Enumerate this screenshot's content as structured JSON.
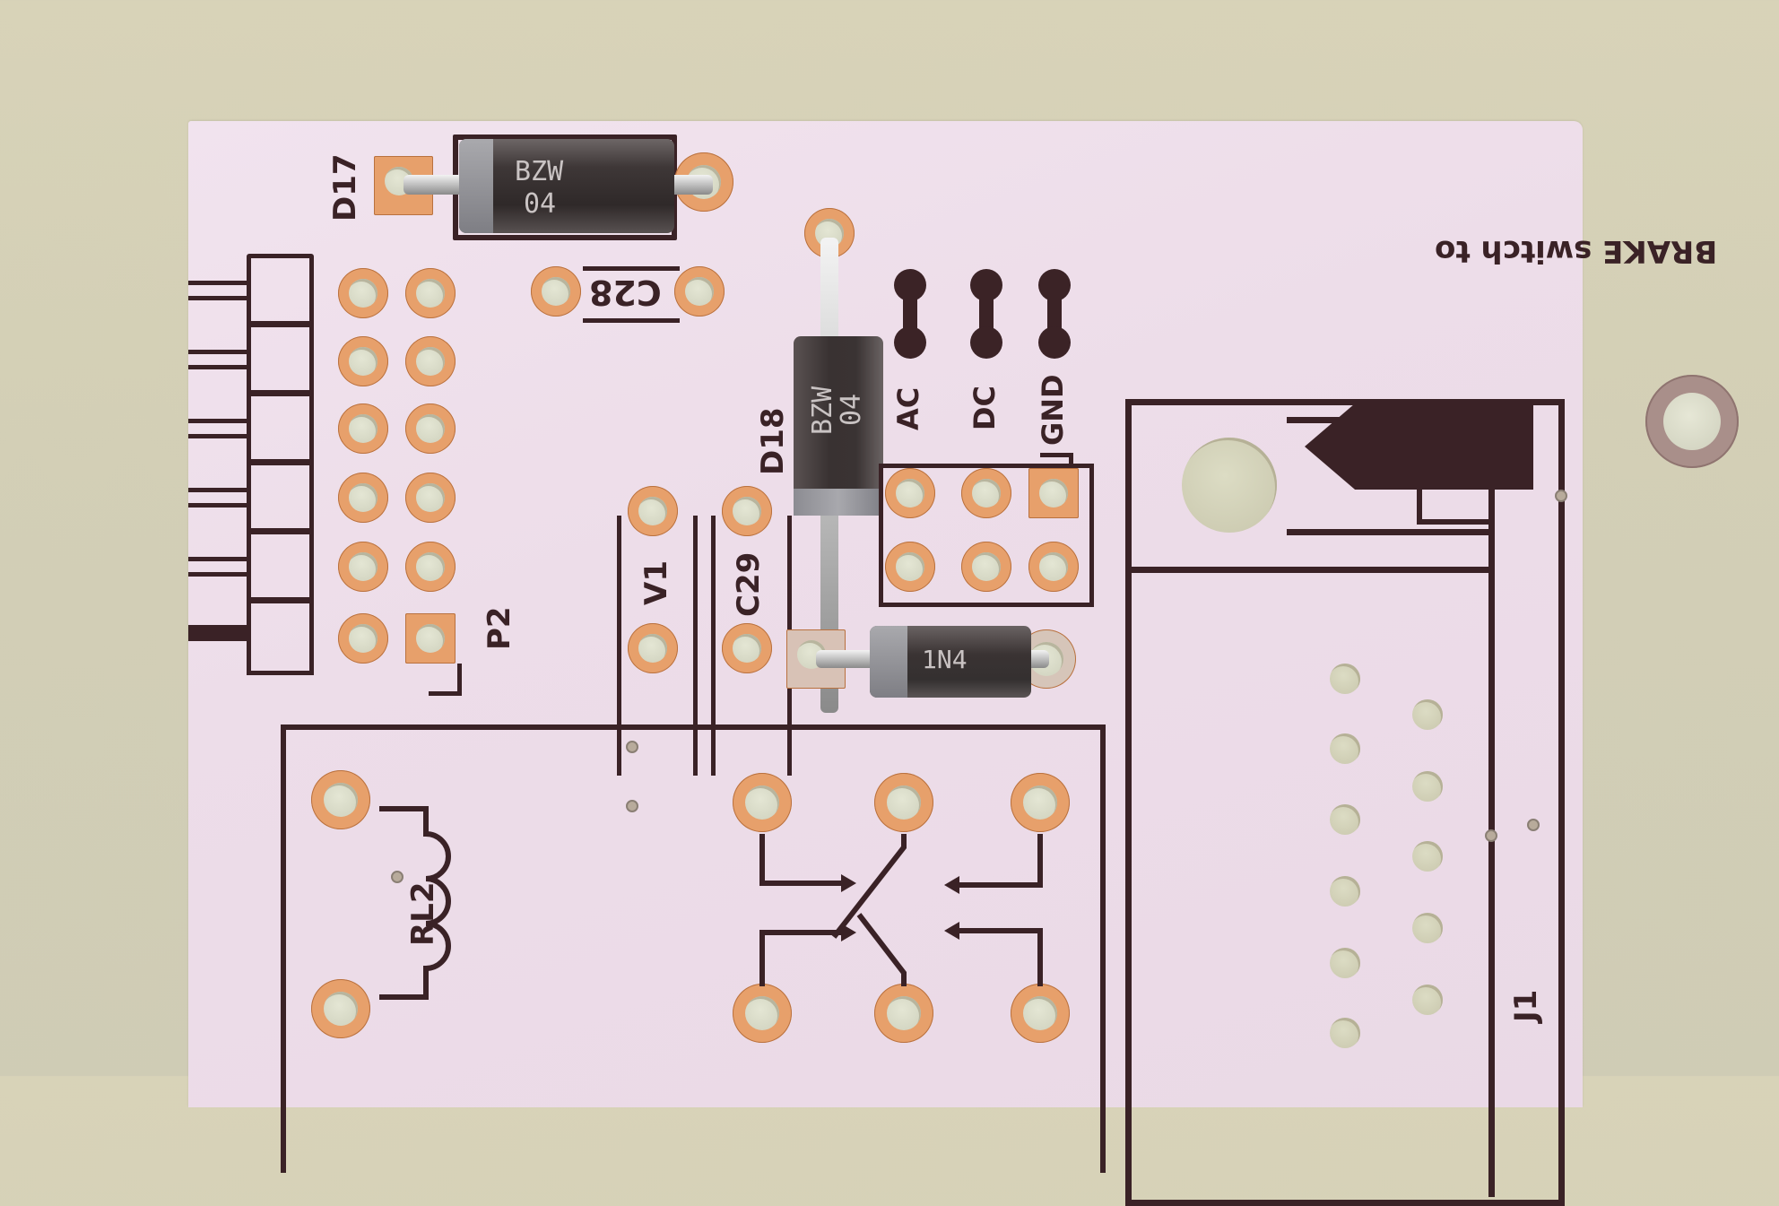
{
  "scene": {
    "type": "photograph",
    "subject": "white printed circuit board with through-hole components",
    "background_color": "#d6d1b7",
    "board_color": "#eedfea",
    "silkscreen_color": "#3a2226",
    "copper_pad_color": "#e7a06b"
  },
  "components": {
    "d17": {
      "ref": "D17",
      "marking_line1": "BZW",
      "marking_line2": "04"
    },
    "d18": {
      "ref": "D18",
      "marking_line1": "BZW",
      "marking_line2": "04"
    },
    "d19": {
      "marking": "1N4"
    },
    "c28": {
      "ref": "C28"
    },
    "c29": {
      "ref": "C29"
    },
    "v1": {
      "ref": "V1"
    },
    "p2": {
      "ref": "P2",
      "rows": 6,
      "pins_per_row": 2
    },
    "rl2": {
      "ref": "RL2"
    },
    "j1": {
      "ref": "J1"
    },
    "jumper_header": {
      "labels": [
        "AC",
        "DC",
        "GND"
      ]
    }
  },
  "silkscreen": {
    "brake_label": "BRAKE switch to"
  }
}
